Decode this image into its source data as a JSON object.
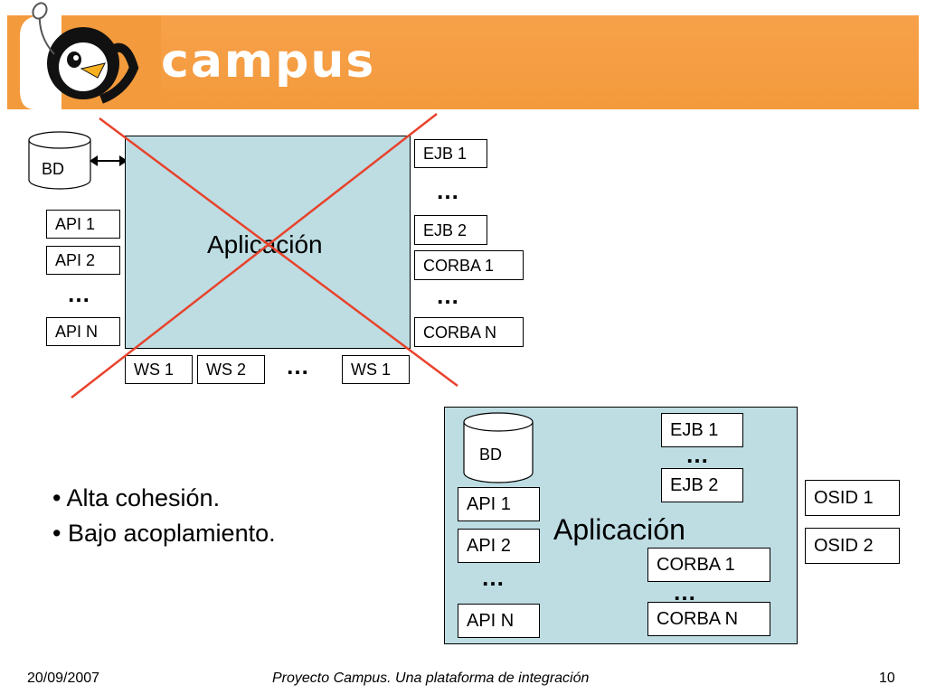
{
  "header": {
    "logo_text": "campus"
  },
  "top_diagram": {
    "db": "BD",
    "app_label": "Aplicación",
    "api": [
      "API 1",
      "API 2",
      "API N"
    ],
    "right": [
      "EJB 1",
      "EJB 2",
      "CORBA 1",
      "CORBA N"
    ],
    "ws": [
      "WS 1",
      "WS 2",
      "WS 1"
    ],
    "ellipsis": "…"
  },
  "bottom_diagram": {
    "db": "BD",
    "app_label": "Aplicación",
    "api": [
      "API 1",
      "API 2",
      "API N"
    ],
    "right": [
      "EJB 1",
      "EJB 2",
      "CORBA 1",
      "CORBA N"
    ],
    "osid": [
      "OSID 1",
      "OSID 2"
    ],
    "ellipsis": "…"
  },
  "bullets": [
    "• Alta cohesión.",
    "• Bajo acoplamiento."
  ],
  "footer": {
    "date": "20/09/2007",
    "title": "Proyecto Campus. Una plataforma de integración",
    "page": "10"
  },
  "colors": {
    "header": "#f39a3c",
    "app_fill": "#bddde3",
    "cross": "#e8432c"
  }
}
